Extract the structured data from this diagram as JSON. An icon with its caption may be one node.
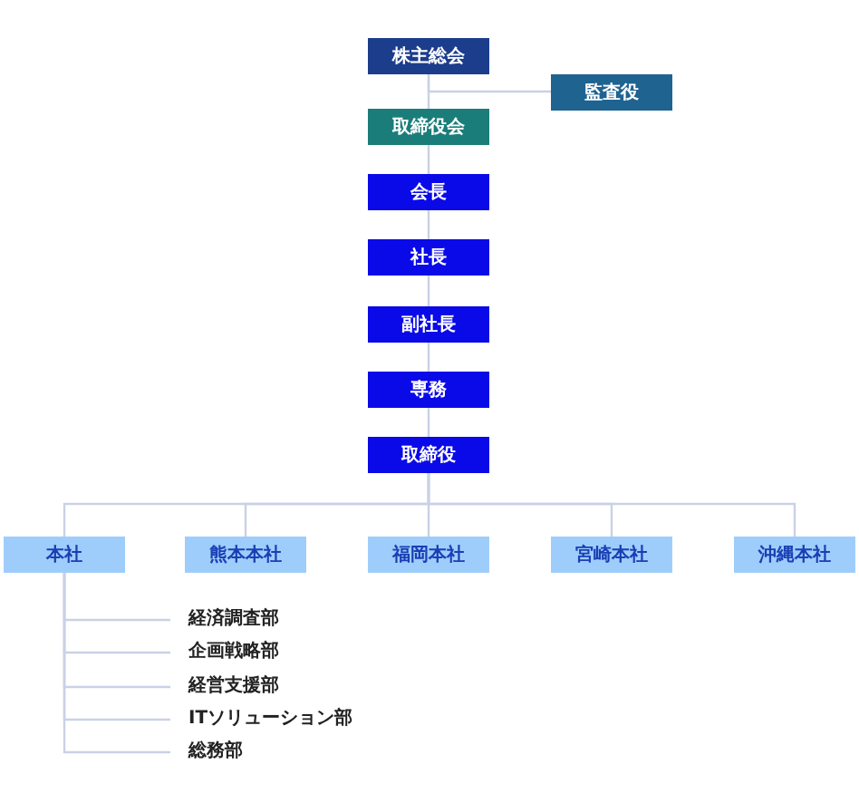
{
  "diagram": {
    "nodes": [
      {
        "text": [
          "株主総会"
        ]
      },
      {
        "text": [
          "監査役"
        ]
      },
      {
        "text": [
          "取締役会"
        ]
      },
      {
        "text": [
          "会長"
        ]
      },
      {
        "text": [
          "社長"
        ]
      },
      {
        "text": [
          "副社長"
        ]
      },
      {
        "text": [
          "専務"
        ]
      },
      {
        "text": [
          "取締役"
        ]
      },
      {
        "text": [
          "本社"
        ]
      },
      {
        "text": [
          "熊本本社"
        ]
      },
      {
        "text": [
          "福岡本社"
        ]
      },
      {
        "text": [
          "宮崎本社"
        ]
      },
      {
        "text": [
          "沖縄本社"
        ]
      },
      {
        "text": [
          "経済調査部"
        ]
      },
      {
        "text": [
          "企画戦略部"
        ]
      },
      {
        "text": [
          "経営支援部"
        ]
      },
      {
        "text": [
          "ITソリューション部"
        ]
      },
      {
        "text": [
          "総務部"
        ]
      }
    ],
    "edges": [
      {
        "from": 0,
        "to": 1,
        "arrow": "none"
      },
      {
        "from": 0,
        "to": 2,
        "arrow": "none"
      },
      {
        "from": 2,
        "to": 3,
        "arrow": "none"
      },
      {
        "from": 3,
        "to": 4,
        "arrow": "none"
      },
      {
        "from": 4,
        "to": 5,
        "arrow": "none"
      },
      {
        "from": 5,
        "to": 6,
        "arrow": "none"
      },
      {
        "from": 6,
        "to": 7,
        "arrow": "none"
      },
      {
        "from": 7,
        "to": 8,
        "arrow": "none"
      },
      {
        "from": 7,
        "to": 9,
        "arrow": "none"
      },
      {
        "from": 7,
        "to": 10,
        "arrow": "none"
      },
      {
        "from": 7,
        "to": 11,
        "arrow": "none"
      },
      {
        "from": 7,
        "to": 12,
        "arrow": "none"
      },
      {
        "from": 8,
        "to": 13,
        "arrow": "none"
      },
      {
        "from": 8,
        "to": 14,
        "arrow": "none"
      },
      {
        "from": 8,
        "to": 15,
        "arrow": "none"
      },
      {
        "from": 8,
        "to": 16,
        "arrow": "none"
      },
      {
        "from": 8,
        "to": 17,
        "arrow": "none"
      }
    ]
  }
}
